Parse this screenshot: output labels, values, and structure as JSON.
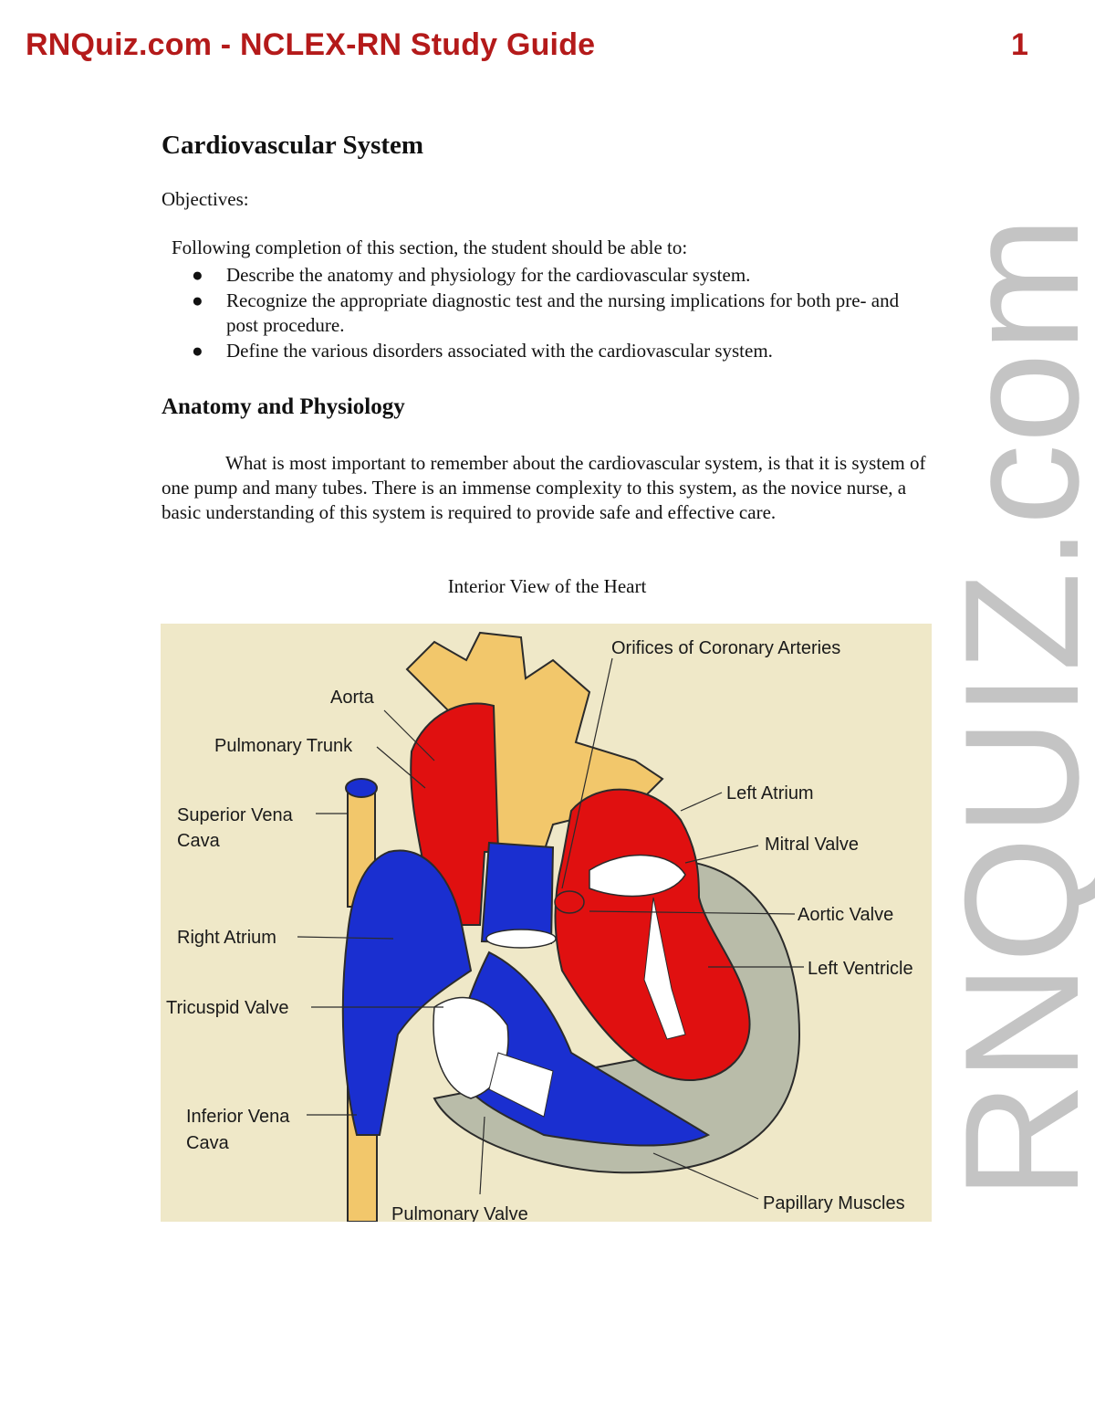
{
  "header": {
    "title": "RNQuiz.com - NCLEX-RN Study Guide",
    "page_number": "1"
  },
  "watermark": "RNQUIZ.com",
  "content": {
    "heading": "Cardiovascular System",
    "objectives_label": "Objectives:",
    "intro": "Following completion of this section, the student should be able to:",
    "objectives": [
      "Describe the anatomy and physiology for the cardiovascular system.",
      "Recognize the appropriate diagnostic test and the nursing implications for both pre- and post procedure.",
      "Define the various disorders associated with the cardiovascular system."
    ],
    "bullet": "●",
    "subheading": "Anatomy and Physiology",
    "paragraph": "What is most important to remember about the cardiovascular system, is that it is system of one pump and many tubes. There is an immense complexity to this system, as the novice nurse, a basic understanding of this system is required to provide safe and effective care.",
    "figure_caption": "Interior View of the Heart"
  },
  "figure": {
    "colors": {
      "background": "#efe8c8",
      "oxygenated": "#e01010",
      "deoxygenated": "#1a2fd0",
      "vessel": "#f2c76b",
      "muscle": "#b9bca9",
      "outline": "#2b2b2b"
    },
    "labels": {
      "aorta": "Aorta",
      "pulmonary_trunk": "Pulmonary Trunk",
      "superior_vena_cava_1": "Superior Vena",
      "superior_vena_cava_2": "Cava",
      "right_atrium": "Right Atrium",
      "tricuspid_valve": "Tricuspid Valve",
      "inferior_vena_cava_1": "Inferior Vena",
      "inferior_vena_cava_2": "Cava",
      "pulmonary_valve": "Pulmonary Valve",
      "orifices": "Orifices of Coronary Arteries",
      "left_atrium": "Left Atrium",
      "mitral_valve": "Mitral Valve",
      "aortic_valve": "Aortic Valve",
      "left_ventricle": "Left Ventricle",
      "papillary_muscles": "Papillary Muscles"
    }
  }
}
